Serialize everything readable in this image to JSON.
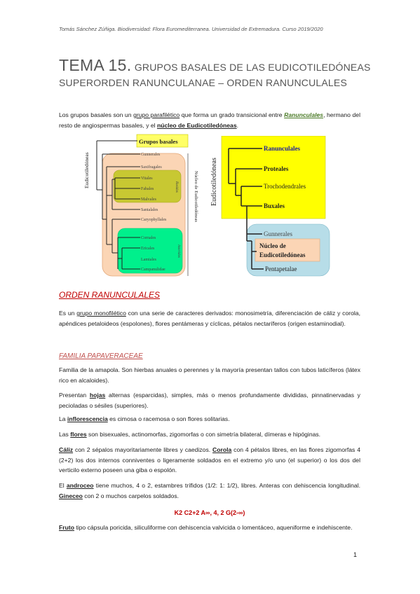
{
  "header": "Tomás Sánchez Zúñiga. Biodiversidad: Flora Euromediterranea. Universidad de Extremadura. Curso 2019/2020",
  "title": {
    "number": "TEMA 15.",
    "line1": "GRUPOS BASALES DE LAS EUDICOTILEDÓNEAS",
    "line2": "SUPERORDEN RANUNCULANAE – ORDEN RANUNCULALES"
  },
  "intro": {
    "t1": "Los grupos basales son un ",
    "t2": "grupo parafilético",
    "t3": " que forma un grado transicional entre ",
    "t4": "Ranunculales",
    "t5": ", hermano del resto de angiospermas basales, y el ",
    "t6": "núcleo de Eudicotiledóneas",
    "t7": "."
  },
  "diagram1": {
    "side_label": "Eudicotiledóneas",
    "right_label": "Núcleo de Eudicotiledóneas",
    "top": "Grupos basales",
    "taxa": [
      "Gunnerales",
      "Saxifragales",
      "Vitales",
      "Fabales",
      "Malvales",
      "Santalales",
      "Caryophyllales",
      "Cornales",
      "Ericales",
      "Lamiales",
      "Campanulidae"
    ],
    "rosids_label": "Rosidas",
    "asterids_label": "Asteridas"
  },
  "diagram2": {
    "side_label": "Eudicotiledóneas",
    "taxa": [
      "Ranunculales",
      "Proteales",
      "Trochodendrales",
      "Buxales",
      "Gunnerales",
      "Núcleo de",
      "Eudicotiledóneas",
      "Pentapetalae"
    ]
  },
  "orden": {
    "heading": "ORDEN RANUNCULALES",
    "t1": "Es un ",
    "t2": "grupo monofilético",
    "t3": " con una serie de caracteres derivados: monosimetría, diferenciación de cáliz y corola, apéndices petaloideos (espolones), flores pentámeras y cíclicas, pétalos nectaríferos (origen estaminodial)."
  },
  "familia": {
    "heading": "FAMILIA PAPAVERACEAE",
    "p1": "Familia de la amapola. Son hierbas anuales o perennes y la mayoría presentan tallos con tubos laticíferos (látex rico en alcaloides).",
    "p2a": "Presentan ",
    "p2b": "hojas",
    "p2c": " alternas (esparcidas), simples, más o menos profundamente divididas, pinnatinervadas y pecioladas o sésiles (superiores).",
    "p3a": "La ",
    "p3b": "inflorescencia",
    "p3c": " es cimosa o racemosa o son flores solitarias.",
    "p4a": "Las ",
    "p4b": "flores",
    "p4c": " son bisexuales, actinomorfas, zigomorfas o con simetría bilateral, dímeras e hipóginas.",
    "p5a": "Cáliz",
    "p5b": " con 2 sépalos mayoritariamente libres y caedizos. ",
    "p5c": "Corola",
    "p5d": " con 4 pétalos libres, en las flores zigomorfas 4 (2+2) los dos internos conniventes o ligeramente soldados en el extremo y/o uno (el superior) o los dos del verticilo externo poseen una giba o espolón.",
    "p6a": "El ",
    "p6b": "androceo",
    "p6c": " tiene muchos, 4 o 2, estambres trífidos (1/2: 1: 1/2), libres. Anteras con dehiscencia longitudinal. ",
    "p6d": "Gineceo",
    "p6e": " con 2 o muchos carpelos soldados.",
    "formula": "K2  C2+2  A∞, 4, 2  G(2-∞)",
    "p7a": "Fruto",
    "p7b": " tipo cápsula poricida, siliculiforme con dehiscencia valvicida o lomentáceo, aqueniforme e indehiscente."
  },
  "page_number": "1"
}
